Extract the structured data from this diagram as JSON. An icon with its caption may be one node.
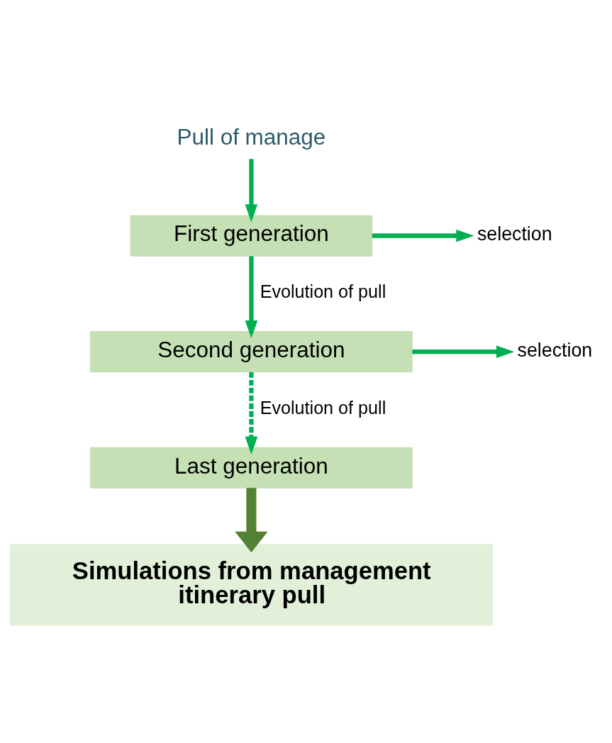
{
  "diagram": {
    "nodes": [
      {
        "text": [
          "Pull of manage"
        ]
      },
      {
        "text": [
          "First generation"
        ]
      },
      {
        "text": [
          "selection"
        ]
      },
      {
        "text": [
          "Second generation"
        ]
      },
      {
        "text": [
          "selection"
        ]
      },
      {
        "text": [
          "Last generation"
        ]
      },
      {
        "text": [
          "Simulations from management itinerary pull"
        ]
      }
    ],
    "edges": [
      {
        "from": 0,
        "to": 1,
        "arrow": "to"
      },
      {
        "from": 1,
        "to": 2,
        "arrow": "to"
      },
      {
        "from": 1,
        "to": 3,
        "arrow": "to",
        "label": "Evolution of pull"
      },
      {
        "from": 3,
        "to": 4,
        "arrow": "to"
      },
      {
        "from": 3,
        "to": 5,
        "arrow": "to",
        "label": "Evolution of pull",
        "style": "dashed"
      },
      {
        "from": 5,
        "to": 6,
        "arrow": "to",
        "style": "thick",
        "color": "#548235"
      }
    ]
  }
}
